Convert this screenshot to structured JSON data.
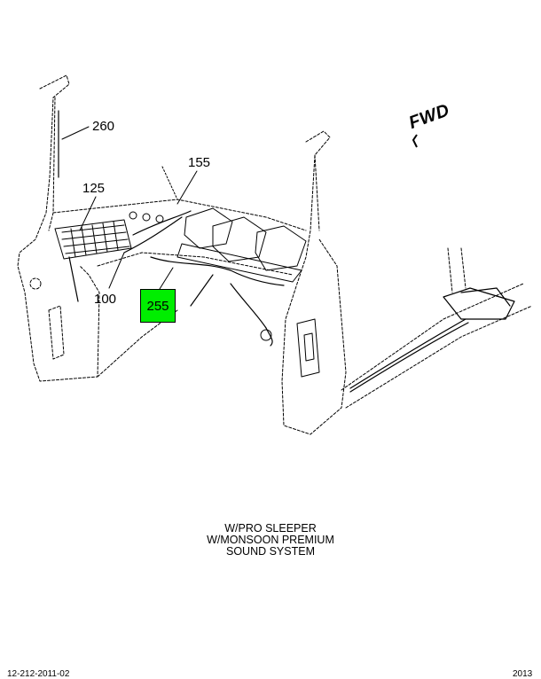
{
  "diagram": {
    "callouts": [
      {
        "id": "260",
        "label": "260"
      },
      {
        "id": "155",
        "label": "155"
      },
      {
        "id": "125",
        "label": "125"
      },
      {
        "id": "100",
        "label": "100"
      },
      {
        "id": "255",
        "label": "255",
        "highlighted": true
      }
    ],
    "fwd_label": "FWD",
    "caption_lines": [
      "W/PRO SLEEPER",
      "W/MONSOON PREMIUM",
      "SOUND SYSTEM"
    ],
    "footer_left": "12-212-2011-02",
    "footer_right": "2013"
  },
  "colors": {
    "highlight": "#00ee00",
    "line": "#000000"
  }
}
